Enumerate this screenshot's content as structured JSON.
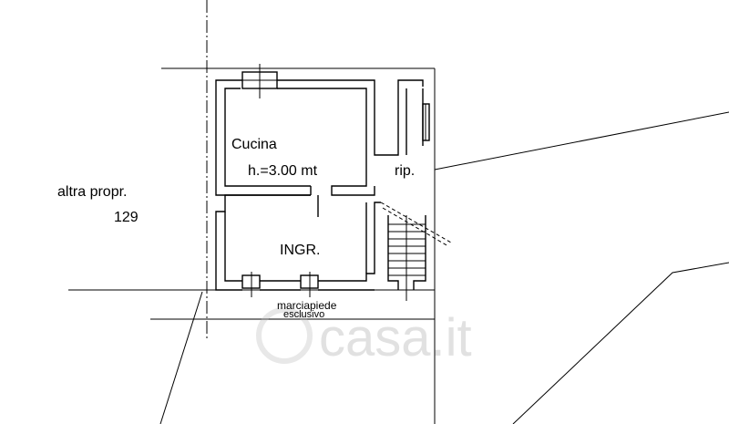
{
  "labels": {
    "cucina": "Cucina",
    "height": "h.=3.00 mt",
    "rip": "rip.",
    "ingr": "INGR.",
    "altra": "altra propr.",
    "num": "129",
    "marciapiede": "marciapiede",
    "esclusivo": "esclusivo"
  },
  "watermark": "casa.it",
  "colors": {
    "line": "#000000",
    "watermark": "#bdbdbd"
  }
}
